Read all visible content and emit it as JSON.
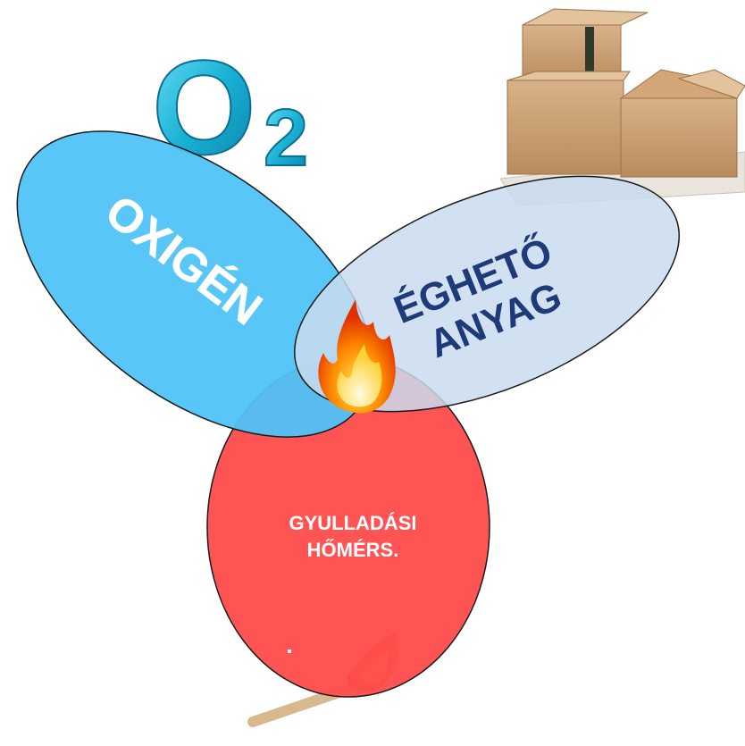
{
  "diagram": {
    "oxygen": {
      "label": "OXIGÉN",
      "icon": "o2-icon",
      "color": "#4fc3f7"
    },
    "fuel": {
      "line1": "ÉGHETŐ",
      "line2": "ANYAG",
      "icon": "cardboard-boxes-icon",
      "color": "#c9dcef"
    },
    "heat": {
      "line1": "GYULLADÁSI",
      "line2": "HŐMÉRS.",
      "icon": "burning-match-icon",
      "color": "#ff4d4d"
    },
    "center": {
      "icon": "flame-icon"
    },
    "o2_text": {
      "big": "O",
      "sub": "2"
    }
  }
}
